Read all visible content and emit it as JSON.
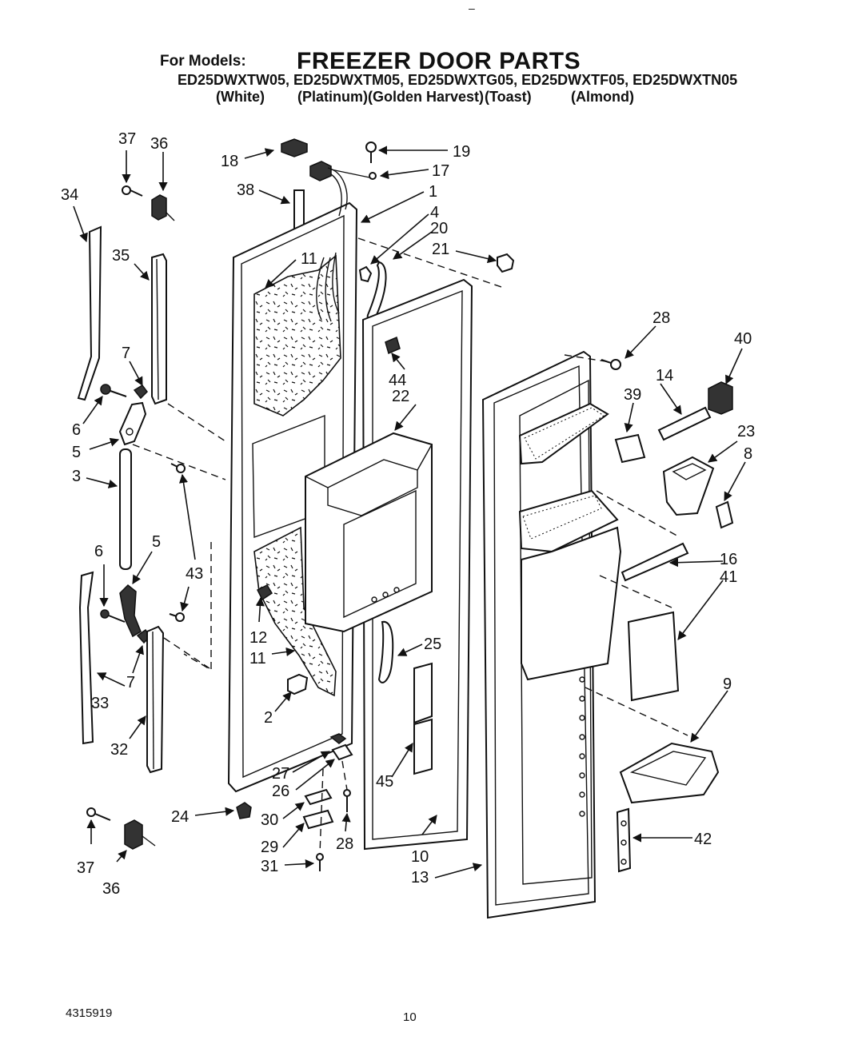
{
  "header": {
    "for_models": "For Models:",
    "title": "FREEZER DOOR PARTS",
    "models": "ED25DWXTW05, ED25DWXTM05, ED25DWXTG05, ED25DWXTF05, ED25DWXTN05",
    "colors": [
      "(White)",
      "(Platinum)",
      "(Golden Harvest)",
      "(Toast)",
      "(Almond)"
    ]
  },
  "footer": {
    "doc_number": "4315919",
    "page_number": "10",
    "top_mark": "–"
  },
  "callouts": {
    "c37a": "37",
    "c36a": "36",
    "c34": "34",
    "c35": "35",
    "c7a": "7",
    "c6a": "6",
    "c5a": "5",
    "c3": "3",
    "c6b": "6",
    "c5b": "5",
    "c43": "43",
    "c7b": "7",
    "c33": "33",
    "c32": "32",
    "c37b": "37",
    "c36b": "36",
    "c18": "18",
    "c38": "38",
    "c19": "19",
    "c17": "17",
    "c1": "1",
    "c4": "4",
    "c20": "20",
    "c21": "21",
    "c11a": "11",
    "c44": "44",
    "c22": "22",
    "c12": "12",
    "c11b": "11",
    "c25": "25",
    "c2": "2",
    "c27": "27",
    "c26": "26",
    "c24": "24",
    "c30": "30",
    "c29": "29",
    "c28b": "28",
    "c31": "31",
    "c45": "45",
    "c10": "10",
    "c13": "13",
    "c28a": "28",
    "c40": "40",
    "c14": "14",
    "c39": "39",
    "c23": "23",
    "c8": "8",
    "c16": "16",
    "c41": "41",
    "c9": "9",
    "c42": "42"
  }
}
